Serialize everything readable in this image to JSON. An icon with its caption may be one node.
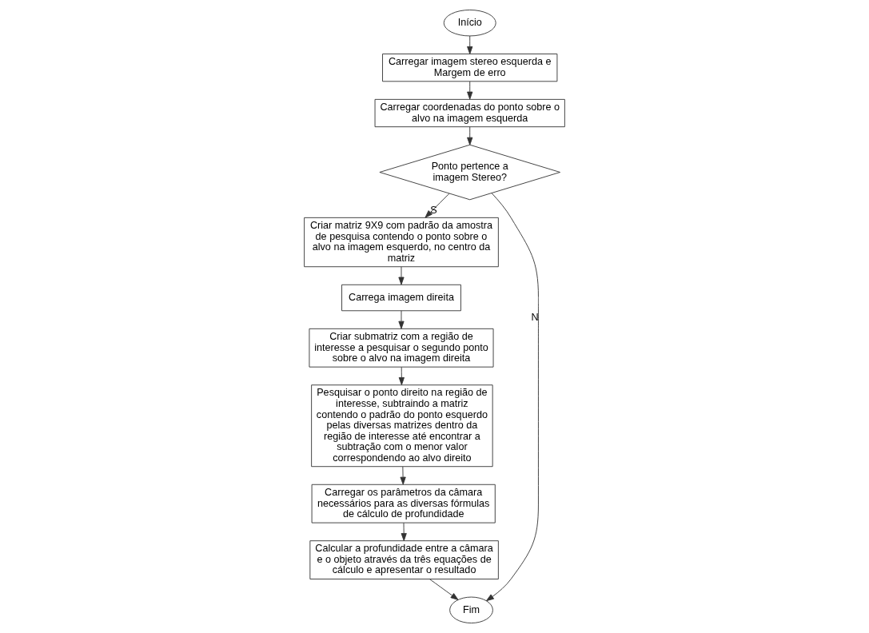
{
  "diagram": {
    "nodes": [
      {
        "text": [
          "Início"
        ]
      },
      {
        "text": [
          "Carregar imagem stereo esquerda e Margem de erro"
        ]
      },
      {
        "text": [
          "Carregar coordenadas do ponto sobre o alvo na imagem esquerda"
        ]
      },
      {
        "text": [
          "Ponto pertence a imagem Stereo?"
        ]
      },
      {
        "text": [
          "Criar matriz 9X9 com padrão da amostra de pesquisa contendo o ponto sobre o alvo na imagem esquerdo, no centro da matriz"
        ]
      },
      {
        "text": [
          "Carrega imagem direita"
        ]
      },
      {
        "text": [
          "Criar submatriz com a região de interesse a pesquisar o segundo ponto sobre o alvo na imagem direita"
        ]
      },
      {
        "text": [
          "Pesquisar o ponto direito na região de interesse, subtraindo a matriz contendo o padrão do ponto esquerdo pelas diversas matrizes dentro da região de interesse até encontrar a subtração com o menor valor correspondendo ao alvo direito"
        ]
      },
      {
        "text": [
          "Carregar os parâmetros da câmara necessários para as diversas fórmulas de cálculo de profundidade"
        ]
      },
      {
        "text": [
          "Calcular a profundidade entre a câmara e o objeto através da três equações de cálculo e apresentar o resultado"
        ]
      },
      {
        "text": [
          "Fim"
        ]
      }
    ],
    "edges": [
      {
        "from": 0,
        "to": 1,
        "arrow": "to"
      },
      {
        "from": 1,
        "to": 2,
        "arrow": "to"
      },
      {
        "from": 2,
        "to": 3,
        "arrow": "to"
      },
      {
        "from": 3,
        "to": 4,
        "arrow": "to",
        "label": "S"
      },
      {
        "from": 4,
        "to": 5,
        "arrow": "to"
      },
      {
        "from": 5,
        "to": 6,
        "arrow": "to"
      },
      {
        "from": 6,
        "to": 7,
        "arrow": "to"
      },
      {
        "from": 7,
        "to": 8,
        "arrow": "to"
      },
      {
        "from": 8,
        "to": 9,
        "arrow": "to"
      },
      {
        "from": 9,
        "to": 10,
        "arrow": "to"
      },
      {
        "from": 3,
        "to": 10,
        "arrow": "to",
        "label": "N"
      }
    ]
  }
}
